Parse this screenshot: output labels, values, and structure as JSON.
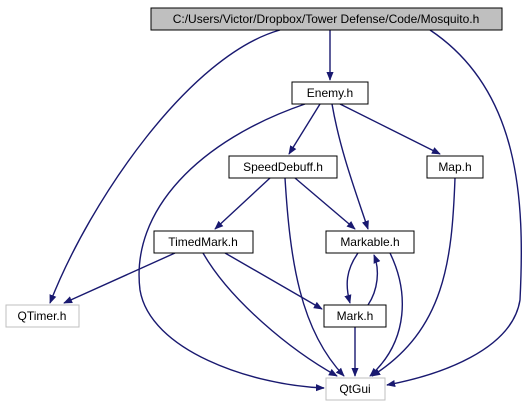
{
  "colors": {
    "edge": "#191970",
    "node_border": "#000000",
    "node_border_external": "#bfbfbf",
    "root_fill": "#bfbfbf",
    "node_fill": "#ffffff",
    "text": "#000000"
  },
  "nodes": {
    "mosquito": {
      "label": "C:/Users/Victor/Dropbox/Tower Defense/Code/Mosquito.h",
      "kind": "root"
    },
    "enemy": {
      "label": "Enemy.h",
      "kind": "file"
    },
    "speeddebuff": {
      "label": "SpeedDebuff.h",
      "kind": "file"
    },
    "map": {
      "label": "Map.h",
      "kind": "file"
    },
    "timedmark": {
      "label": "TimedMark.h",
      "kind": "file"
    },
    "markable": {
      "label": "Markable.h",
      "kind": "file"
    },
    "qtimer": {
      "label": "QTimer.h",
      "kind": "external"
    },
    "mark": {
      "label": "Mark.h",
      "kind": "file"
    },
    "qtgui": {
      "label": "QtGui",
      "kind": "external"
    }
  },
  "edges": [
    {
      "from": "mosquito",
      "to": "enemy"
    },
    {
      "from": "mosquito",
      "to": "qtimer"
    },
    {
      "from": "mosquito",
      "to": "qtgui"
    },
    {
      "from": "enemy",
      "to": "speeddebuff"
    },
    {
      "from": "enemy",
      "to": "map"
    },
    {
      "from": "enemy",
      "to": "markable"
    },
    {
      "from": "enemy",
      "to": "qtgui"
    },
    {
      "from": "speeddebuff",
      "to": "timedmark"
    },
    {
      "from": "speeddebuff",
      "to": "markable"
    },
    {
      "from": "speeddebuff",
      "to": "qtgui"
    },
    {
      "from": "map",
      "to": "qtgui"
    },
    {
      "from": "timedmark",
      "to": "qtimer"
    },
    {
      "from": "timedmark",
      "to": "mark"
    },
    {
      "from": "timedmark",
      "to": "qtgui"
    },
    {
      "from": "markable",
      "to": "mark"
    },
    {
      "from": "markable",
      "to": "qtgui"
    },
    {
      "from": "mark",
      "to": "markable"
    },
    {
      "from": "mark",
      "to": "qtgui"
    }
  ]
}
